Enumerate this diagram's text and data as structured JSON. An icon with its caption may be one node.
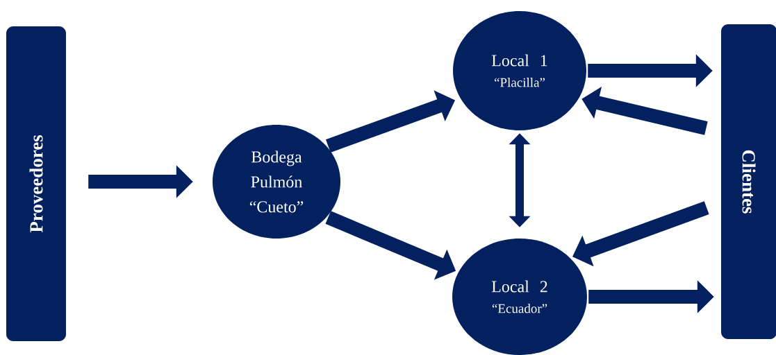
{
  "diagram": {
    "nodes": [
      {
        "text": [
          "Proveedores"
        ]
      },
      {
        "text": [
          "Bodega Pulmón “Cueto”"
        ]
      },
      {
        "text": [
          "Local 1",
          "“Placilla”"
        ]
      },
      {
        "text": [
          "Local 2",
          "“Ecuador”"
        ]
      },
      {
        "text": [
          "Clientes"
        ]
      }
    ],
    "edges": [
      {
        "from": 0,
        "to": 1,
        "arrow": "to"
      },
      {
        "from": 1,
        "to": 2,
        "arrow": "to"
      },
      {
        "from": 1,
        "to": 3,
        "arrow": "to"
      },
      {
        "from": 2,
        "to": 3,
        "arrow": "both"
      },
      {
        "from": 2,
        "to": 4,
        "arrow": "to"
      },
      {
        "from": 4,
        "to": 2,
        "arrow": "to"
      },
      {
        "from": 4,
        "to": 3,
        "arrow": "to"
      },
      {
        "from": 3,
        "to": 4,
        "arrow": "to"
      }
    ]
  }
}
